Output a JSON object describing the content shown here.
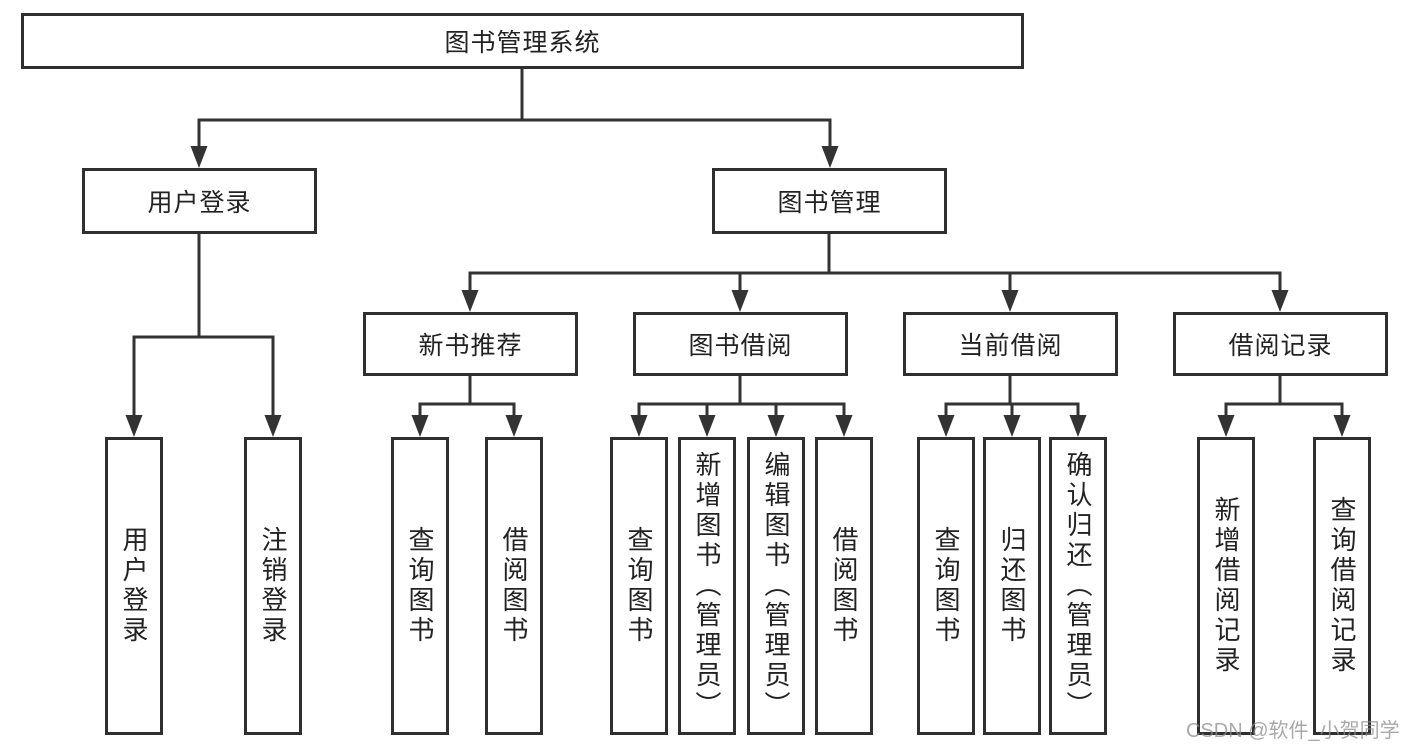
{
  "colors": {
    "line": "#333333",
    "box_border": "#2f2f2f",
    "text": "#222222",
    "watermark": "#8c8c8c",
    "background": "#ffffff"
  },
  "watermark": {
    "text": "CSDN @软件_小贺同学"
  },
  "diagram": {
    "type": "tree",
    "root": {
      "label": "图书管理系统"
    },
    "level2": [
      {
        "id": "user-login",
        "label": "用户登录",
        "parent": "图书管理系统"
      },
      {
        "id": "book-management",
        "label": "图书管理",
        "parent": "图书管理系统"
      }
    ],
    "level3": [
      {
        "id": "new-book-recommendation",
        "label": "新书推荐",
        "parent": "图书管理"
      },
      {
        "id": "book-borrowing",
        "label": "图书借阅",
        "parent": "图书管理"
      },
      {
        "id": "current-borrowing",
        "label": "当前借阅",
        "parent": "图书管理"
      },
      {
        "id": "borrowing-records",
        "label": "借阅记录",
        "parent": "图书管理"
      }
    ],
    "leaves": [
      {
        "label": "用户登录",
        "parent": "用户登录"
      },
      {
        "label": "注销登录",
        "parent": "用户登录"
      },
      {
        "label": "查询图书",
        "parent": "新书推荐"
      },
      {
        "label": "借阅图书",
        "parent": "新书推荐"
      },
      {
        "label": "查询图书",
        "parent": "图书借阅"
      },
      {
        "label": "新增图书（管理员）",
        "parent": "图书借阅"
      },
      {
        "label": "编辑图书（管理员）",
        "parent": "图书借阅"
      },
      {
        "label": "借阅图书",
        "parent": "图书借阅"
      },
      {
        "label": "查询图书",
        "parent": "当前借阅"
      },
      {
        "label": "归还图书",
        "parent": "当前借阅"
      },
      {
        "label": "确认归还（管理员）",
        "parent": "当前借阅"
      },
      {
        "label": "新增借阅记录",
        "parent": "借阅记录"
      },
      {
        "label": "查询借阅记录",
        "parent": "借阅记录"
      }
    ]
  }
}
